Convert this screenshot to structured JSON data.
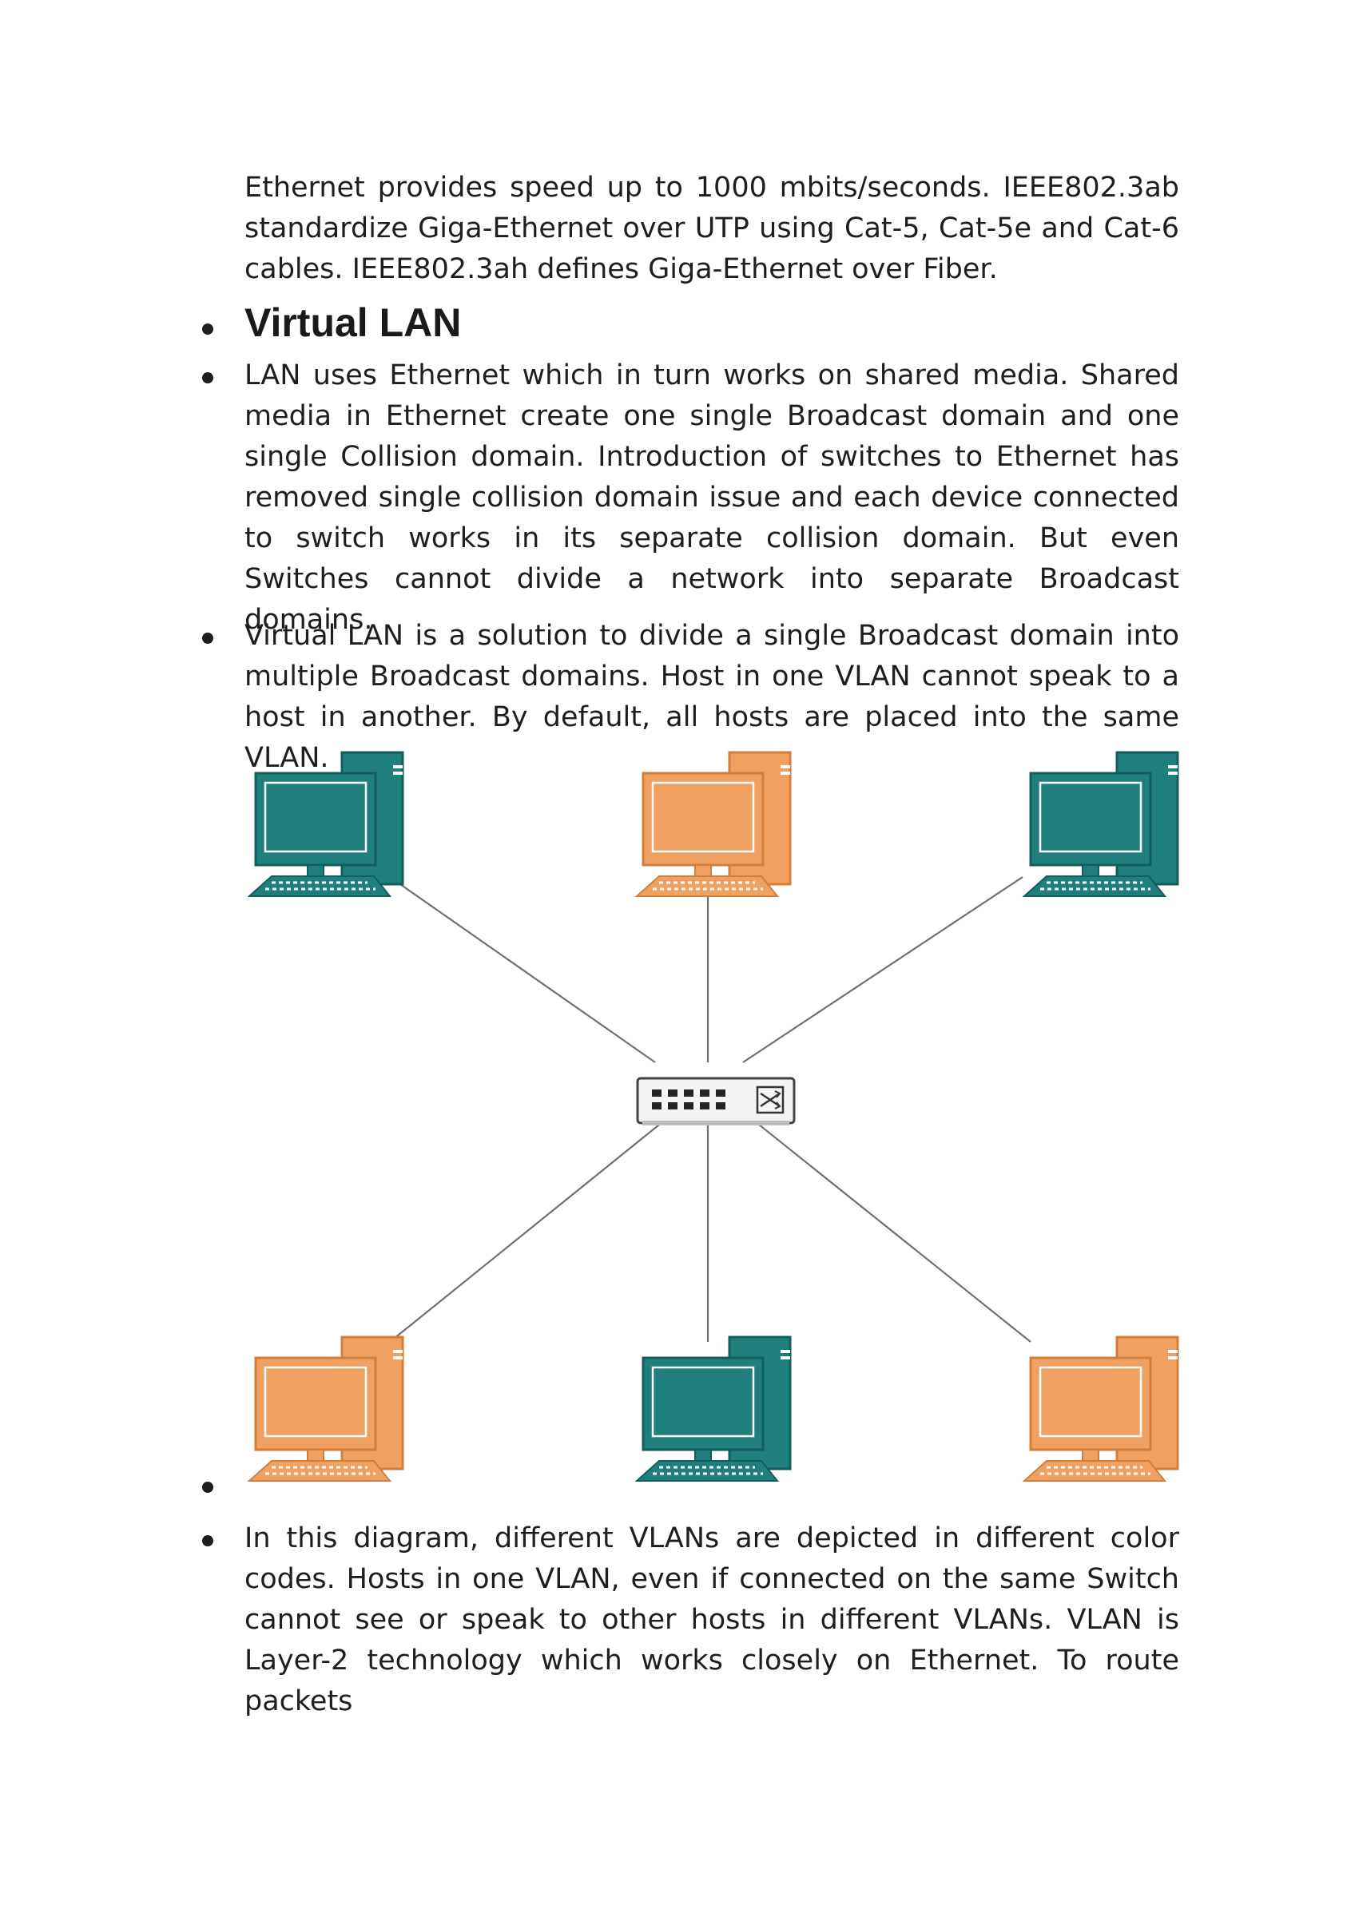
{
  "document": {
    "intro_paragraph": "Ethernet provides speed up to 1000 mbits/seconds. IEEE802.3ab standardize Giga-Ethernet over UTP using Cat-5, Cat-5e and Cat-6 cables. IEEE802.3ah defines Giga-Ethernet over Fiber.",
    "section_heading": "Virtual LAN",
    "paragraph_1": "LAN uses Ethernet which in turn works on shared media. Shared media in Ethernet create one single Broadcast domain and one single Collision domain. Introduction of switches to Ethernet has removed single collision domain issue and each device connected to switch works in its separate collision domain. But even Switches cannot divide a network into separate Broadcast domains.",
    "paragraph_2": "Virtual LAN is a solution to divide a single Broadcast domain into multiple Broadcast domains. Host in one VLAN cannot speak to a host in another. By default, all hosts are placed into the same VLAN.",
    "paragraph_3": "In this diagram, different VLANs are depicted in different color codes. Hosts in one VLAN, even if connected on the same Switch cannot see or speak to other hosts in different VLANs. VLAN is Layer-2 technology which works closely on Ethernet. To route packets"
  },
  "diagram": {
    "switch_icon": "network-switch-icon",
    "host_icon": "desktop-computer-icon",
    "vlan_colors": {
      "teal": "#1f7f7d",
      "orange": "#f0a060"
    },
    "hosts": [
      {
        "id": "host-top-left",
        "vlan": "teal"
      },
      {
        "id": "host-top-center",
        "vlan": "orange"
      },
      {
        "id": "host-top-right",
        "vlan": "teal"
      },
      {
        "id": "host-bottom-left",
        "vlan": "orange"
      },
      {
        "id": "host-bottom-center",
        "vlan": "teal"
      },
      {
        "id": "host-bottom-right",
        "vlan": "orange"
      }
    ]
  }
}
